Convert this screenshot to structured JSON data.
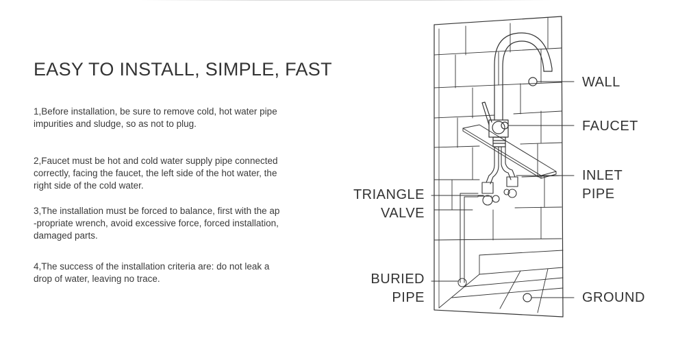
{
  "title": "EASY TO INSTALL, SIMPLE, FAST",
  "steps": [
    "1,Before installation, be sure to remove cold, hot water pipe\nimpurities and sludge, so as not to plug.",
    "2,Faucet must be hot and cold water supply pipe connected\ncorrectly, facing the faucet, the left side of the hot water, the\nright side of the cold water.",
    "3,The installation must be forced to balance, first with the ap\n-propriate wrench, avoid excessive force, forced installation,\ndamaged parts.",
    "4,The success of the installation criteria are: do not leak a\ndrop of water, leaving no trace."
  ],
  "labels": {
    "wall": "WALL",
    "faucet": "FAUCET",
    "inlet_pipe": "INLET\nPIPE",
    "ground": "GROUND",
    "triangle_valve": "TRIANGLE\nVALVE",
    "buried_pipe": "BURIED\nPIPE"
  },
  "colors": {
    "line": "#333333",
    "text": "#3a3a3a"
  }
}
